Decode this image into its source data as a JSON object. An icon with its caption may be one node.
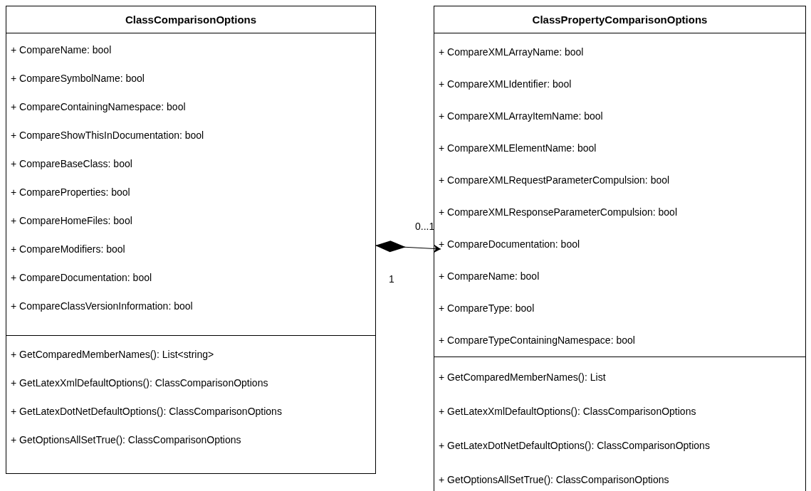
{
  "diagram": {
    "nodes": [
      {
        "text": [
          "ClassComparisonOptions",
          "+ CompareName: bool",
          "+ CompareSymbolName: bool",
          "+ CompareContainingNamespace: bool",
          "+ CompareShowThisInDocumentation: bool",
          "+ CompareBaseClass: bool",
          "+ CompareProperties: bool",
          "+ CompareHomeFiles: bool",
          "+ CompareModifiers: bool",
          "+ CompareDocumentation: bool",
          "+ CompareClassVersionInformation: bool",
          "+ GetComparedMemberNames(): List<string>",
          "+ GetLatexXmlDefaultOptions(): ClassComparisonOptions",
          "+ GetLatexDotNetDefaultOptions(): ClassComparisonOptions",
          "+ GetOptionsAllSetTrue(): ClassComparisonOptions"
        ]
      },
      {
        "text": [
          "ClassPropertyComparisonOptions",
          "+ CompareXMLArrayName: bool",
          "+ CompareXMLIdentifier: bool",
          "+ CompareXMLArrayItemName: bool",
          "+ CompareXMLElementName: bool",
          "+ CompareXMLRequestParameterCompulsion: bool",
          "+ CompareXMLResponseParameterCompulsion: bool",
          "+ CompareDocumentation: bool",
          "+ CompareName: bool",
          "+ CompareType: bool",
          "+ CompareTypeContainingNamespace: bool",
          "+ GetComparedMemberNames(): List",
          "+ GetLatexXmlDefaultOptions(): ClassComparisonOptions",
          "+ GetLatexDotNetDefaultOptions(): ClassComparisonOptions",
          "+ GetOptionsAllSetTrue(): ClassComparisonOptions"
        ]
      }
    ],
    "edges": [
      {
        "from": 0,
        "to": 1,
        "arrow": "to"
      }
    ],
    "labels": [
      "0...1",
      "1"
    ]
  }
}
